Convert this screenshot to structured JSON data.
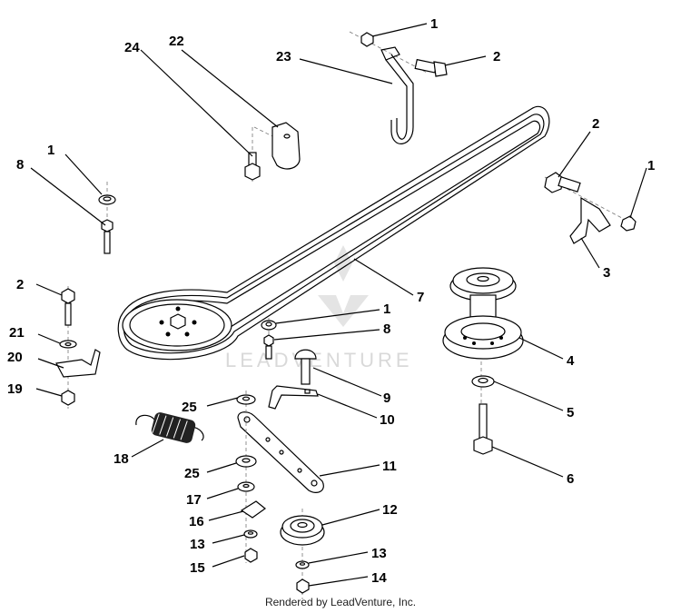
{
  "watermark": "LEADVENTURE",
  "footer": "Rendered by LeadVenture, Inc.",
  "callouts": [
    {
      "id": "c1a",
      "label": "1"
    },
    {
      "id": "c2a",
      "label": "2"
    },
    {
      "id": "c23",
      "label": "23"
    },
    {
      "id": "c22",
      "label": "22"
    },
    {
      "id": "c24",
      "label": "24"
    },
    {
      "id": "c1b",
      "label": "1"
    },
    {
      "id": "c8a",
      "label": "8"
    },
    {
      "id": "c2b",
      "label": "2"
    },
    {
      "id": "c1c",
      "label": "1"
    },
    {
      "id": "c3",
      "label": "3"
    },
    {
      "id": "c7",
      "label": "7"
    },
    {
      "id": "c2c",
      "label": "2"
    },
    {
      "id": "c21",
      "label": "21"
    },
    {
      "id": "c20",
      "label": "20"
    },
    {
      "id": "c19",
      "label": "19"
    },
    {
      "id": "c1d",
      "label": "1"
    },
    {
      "id": "c8b",
      "label": "8"
    },
    {
      "id": "c4",
      "label": "4"
    },
    {
      "id": "c5",
      "label": "5"
    },
    {
      "id": "c9",
      "label": "9"
    },
    {
      "id": "c10",
      "label": "10"
    },
    {
      "id": "c25a",
      "label": "25"
    },
    {
      "id": "c18",
      "label": "18"
    },
    {
      "id": "c11",
      "label": "11"
    },
    {
      "id": "c6",
      "label": "6"
    },
    {
      "id": "c25b",
      "label": "25"
    },
    {
      "id": "c17",
      "label": "17"
    },
    {
      "id": "c12",
      "label": "12"
    },
    {
      "id": "c16",
      "label": "16"
    },
    {
      "id": "c13a",
      "label": "13"
    },
    {
      "id": "c13b",
      "label": "13"
    },
    {
      "id": "c15",
      "label": "15"
    },
    {
      "id": "c14",
      "label": "14"
    }
  ]
}
